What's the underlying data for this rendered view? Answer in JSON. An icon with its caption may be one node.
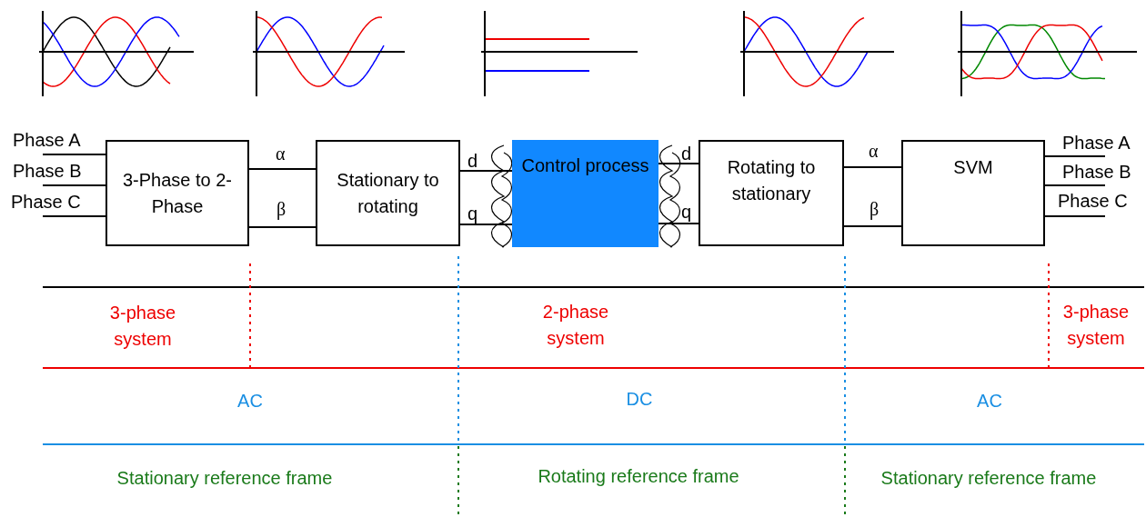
{
  "diagram": {
    "nodes": [
      {
        "text": [
          "3-Phase to 2-Phase"
        ]
      },
      {
        "text": [
          "Stationary to rotating"
        ]
      },
      {
        "text": [
          "Control process"
        ]
      },
      {
        "text": [
          "Rotating to stationary"
        ]
      },
      {
        "text": [
          "SVM"
        ]
      }
    ],
    "edges": [
      {
        "from": null,
        "to": 0,
        "arrow": "none",
        "label": "Phase A"
      },
      {
        "from": null,
        "to": 0,
        "arrow": "none",
        "label": "Phase B"
      },
      {
        "from": null,
        "to": 0,
        "arrow": "none",
        "label": "Phase C"
      },
      {
        "from": 0,
        "to": 1,
        "arrow": "none",
        "label": "α"
      },
      {
        "from": 0,
        "to": 1,
        "arrow": "none",
        "label": "β"
      },
      {
        "from": 1,
        "to": 2,
        "arrow": "none",
        "label": "d"
      },
      {
        "from": 1,
        "to": 2,
        "arrow": "none",
        "label": "q"
      },
      {
        "from": 2,
        "to": 3,
        "arrow": "none",
        "label": "d"
      },
      {
        "from": 2,
        "to": 3,
        "arrow": "none",
        "label": "q"
      },
      {
        "from": 3,
        "to": 4,
        "arrow": "none",
        "label": "α"
      },
      {
        "from": 3,
        "to": 4,
        "arrow": "none",
        "label": "β"
      },
      {
        "from": 4,
        "to": null,
        "arrow": "none",
        "label": "Phase A"
      },
      {
        "from": 4,
        "to": null,
        "arrow": "none",
        "label": "Phase B"
      },
      {
        "from": 4,
        "to": null,
        "arrow": "none",
        "label": "Phase C"
      }
    ],
    "labels": [
      "3-phase system",
      "2-phase system",
      "3-phase system",
      "AC",
      "DC",
      "AC",
      "Stationary reference frame",
      "Rotating reference frame",
      "Stationary reference frame"
    ]
  }
}
